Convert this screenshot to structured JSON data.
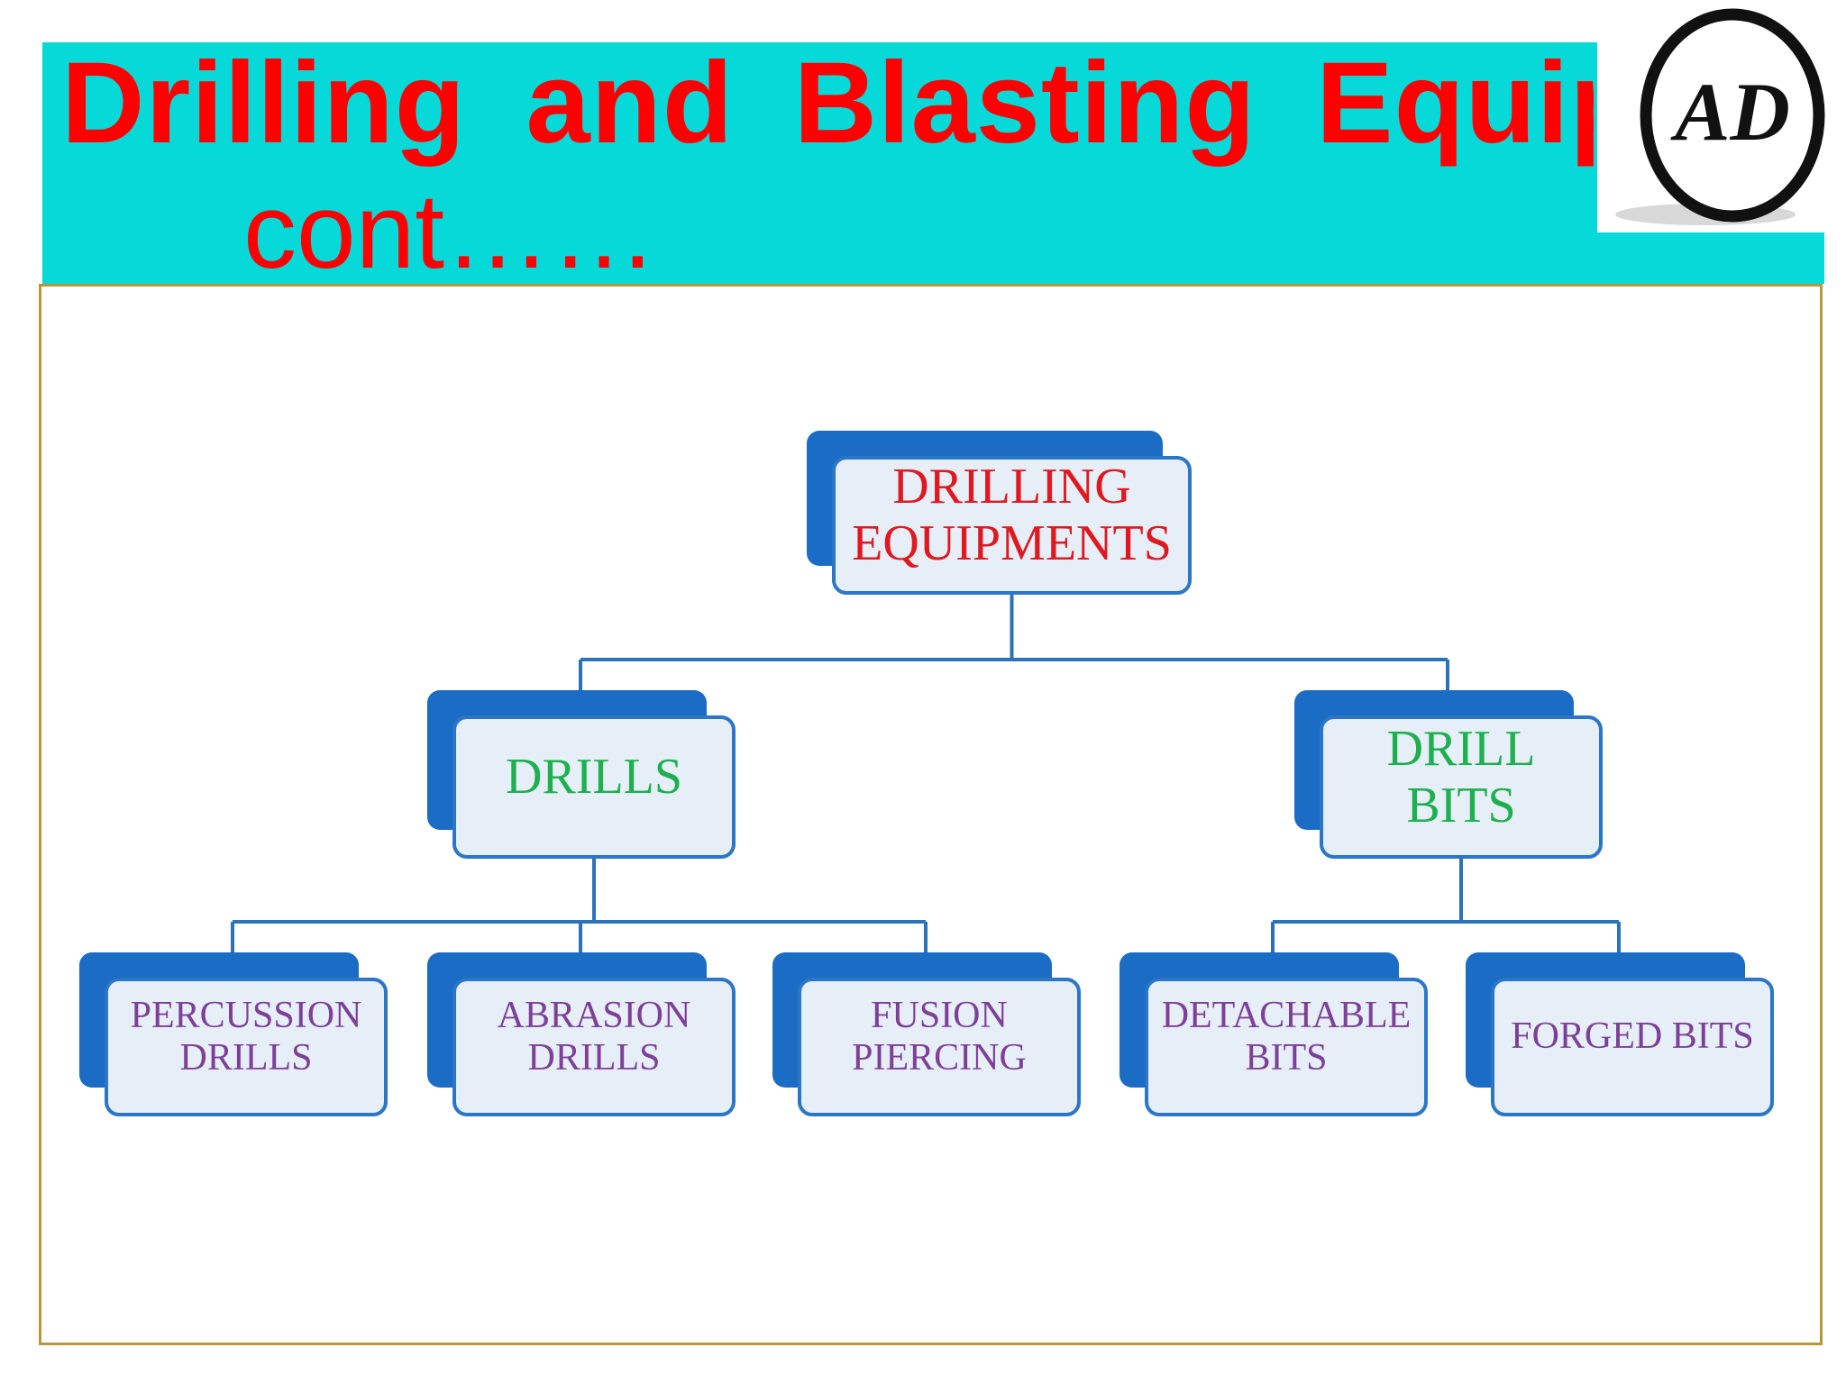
{
  "slide": {
    "title_line1": "Drilling and Blasting Equipments",
    "title_line2": "cont……",
    "logo_text": "AD"
  },
  "diagram": {
    "root": {
      "label": "DRILLING\nEQUIPMENTS"
    },
    "drills": {
      "label": "DRILLS"
    },
    "drill_bits": {
      "label": "DRILL\nBITS"
    },
    "percussion": {
      "label": "PERCUSSION\nDRILLS"
    },
    "abrasion": {
      "label": "ABRASION\nDRILLS"
    },
    "fusion": {
      "label": "FUSION\nPIERCING"
    },
    "detachable": {
      "label": "DETACHABLE\nBITS"
    },
    "forged": {
      "label": "FORGED BITS"
    }
  },
  "colors": {
    "title_band": "#07d9d9",
    "title_text": "#ff0000",
    "box_back": "#1a6cc4",
    "box_front": "#e6eef7",
    "box_border": "#2b76c6",
    "connector": "#2b72b8",
    "frame_border": "#b8963a"
  }
}
